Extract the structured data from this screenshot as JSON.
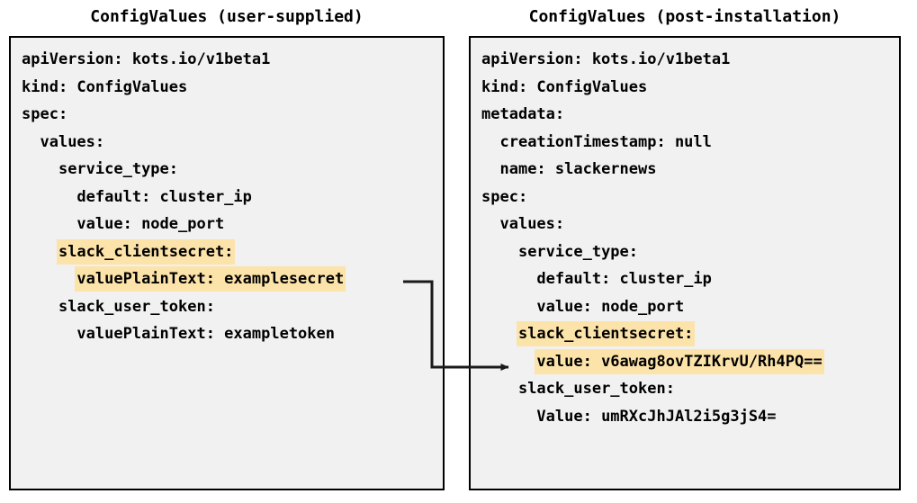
{
  "diagram": {
    "background": "#ffffff",
    "box_fill": "#f1f1f1",
    "box_border": "#000000",
    "highlight_color": "#fce3a9",
    "arrow_color": "#1a1a1a"
  },
  "panels": [
    {
      "id": "user-supplied",
      "title": "ConfigValues (user-supplied)",
      "lines": [
        {
          "text": "apiVersion: kots.io/v1beta1",
          "highlight": false
        },
        {
          "text": "kind: ConfigValues",
          "highlight": false
        },
        {
          "text": "spec:",
          "highlight": false
        },
        {
          "text": "  values:",
          "highlight": false
        },
        {
          "text": "    service_type:",
          "highlight": false
        },
        {
          "text": "      default: cluster_ip",
          "highlight": false
        },
        {
          "text": "      value: node_port",
          "highlight": false
        },
        {
          "text": "    slack_clientsecret:",
          "highlight": true
        },
        {
          "text": "      valuePlainText: examplesecret",
          "highlight": true
        },
        {
          "text": "    slack_user_token:",
          "highlight": false
        },
        {
          "text": "      valuePlainText: exampletoken",
          "highlight": false
        }
      ]
    },
    {
      "id": "post-installation",
      "title": "ConfigValues (post-installation)",
      "lines": [
        {
          "text": "apiVersion: kots.io/v1beta1",
          "highlight": false
        },
        {
          "text": "kind: ConfigValues",
          "highlight": false
        },
        {
          "text": "metadata:",
          "highlight": false
        },
        {
          "text": "  creationTimestamp: null",
          "highlight": false
        },
        {
          "text": "  name: slackernews",
          "highlight": false
        },
        {
          "text": "spec:",
          "highlight": false
        },
        {
          "text": "  values:",
          "highlight": false
        },
        {
          "text": "    service_type:",
          "highlight": false
        },
        {
          "text": "      default: cluster_ip",
          "highlight": false
        },
        {
          "text": "      value: node_port",
          "highlight": false
        },
        {
          "text": "    slack_clientsecret:",
          "highlight": true
        },
        {
          "text": "      value: v6awag8ovTZIKrvU/Rh4PQ==",
          "highlight": true
        },
        {
          "text": "    slack_user_token:",
          "highlight": false
        },
        {
          "text": "      Value: umRXcJhJAl2i5g3jS4=",
          "highlight": false
        }
      ]
    }
  ],
  "connector": {
    "label": "encrypted-value-mapping",
    "from": "examplesecret",
    "to": "v6awag8ovTZIKrvU/Rh4PQ=="
  }
}
